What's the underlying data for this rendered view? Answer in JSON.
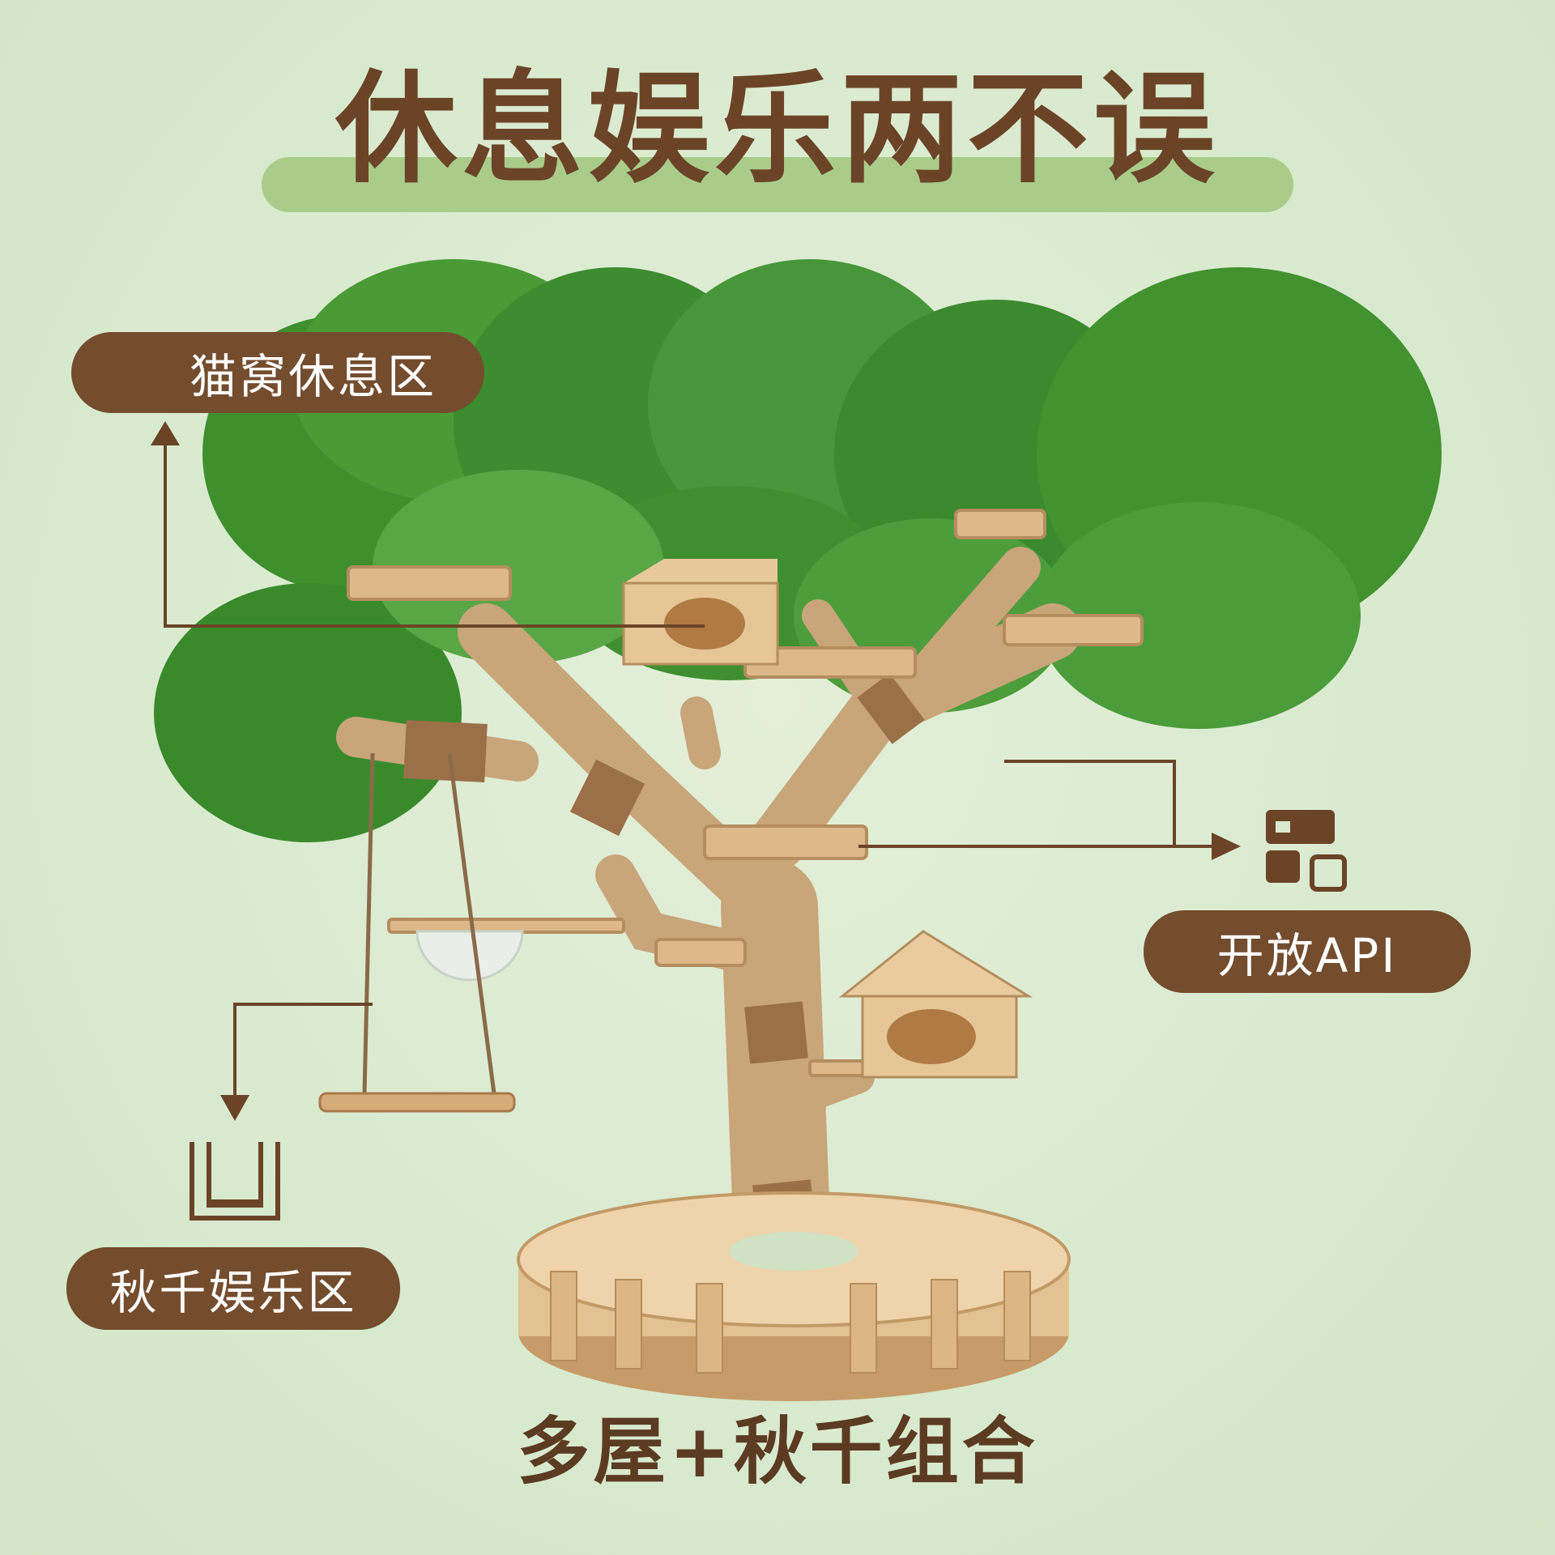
{
  "title": "休息娱乐两不误",
  "callouts": {
    "cat_nest": {
      "label": "猫窝休息区",
      "icon": "house-icon"
    },
    "open_api": {
      "label": "开放API",
      "icon": "blocks-icon"
    },
    "swing": {
      "label": "秋千娱乐区",
      "icon": "swing-icon"
    }
  },
  "subtitle": "多屋+秋千组合",
  "colors": {
    "background": "#d9ead0",
    "title_band": "#aacc8a",
    "brown": "#744d2e",
    "foliage": "#3d8a2e"
  }
}
